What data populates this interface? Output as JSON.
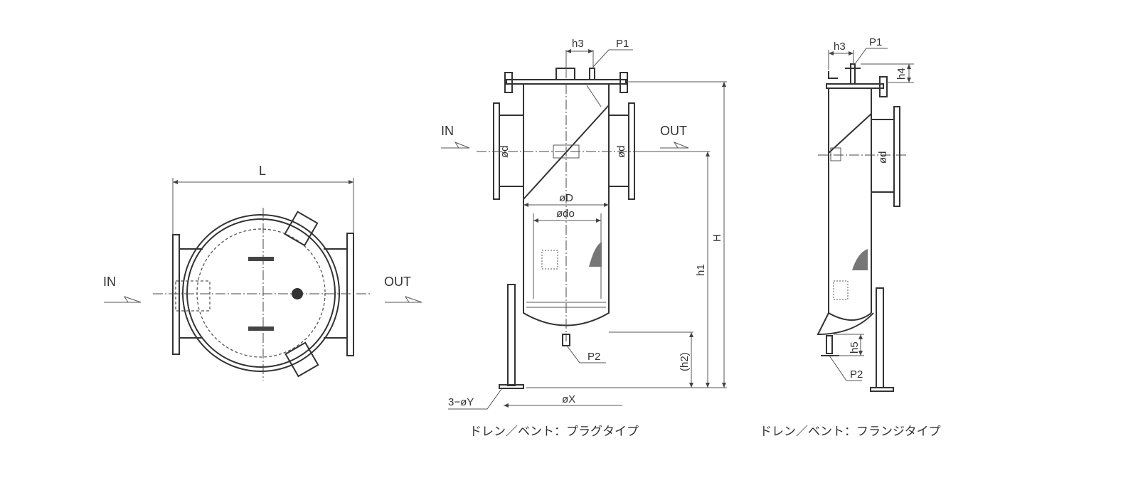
{
  "top_view": {
    "dim_L": "L",
    "inlet": "IN",
    "outlet": "OUT"
  },
  "front_view": {
    "inlet": "IN",
    "outlet": "OUT",
    "h3": "h3",
    "P1": "P1",
    "P2": "P2",
    "d_in": "ød",
    "d_out": "ød",
    "D": "øD",
    "do": "ødo",
    "H": "H",
    "h1": "h1",
    "h2": "(h2)",
    "X": "øX",
    "Y": "3−øY",
    "caption": "ドレン／ベント：プラグタイプ"
  },
  "side_view": {
    "h3": "h3",
    "P1": "P1",
    "h4": "h4",
    "d_out": "ød",
    "h5": "h5",
    "P2": "P2",
    "caption": "ドレン／ベント：フランジタイプ"
  }
}
